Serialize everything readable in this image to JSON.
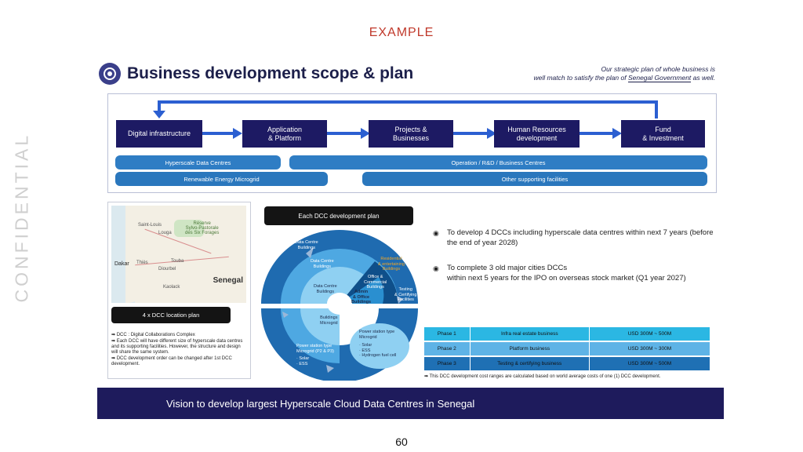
{
  "watermark": "EXAMPLE",
  "side_watermark": "CONFIDENTIAL",
  "page_number": "60",
  "header": {
    "title": "Business development scope & plan",
    "strategic_line1": "Our strategic plan of whole business is",
    "strategic_line2_a": "well match to satisfy the plan of",
    "strategic_line2_gov": "Senegal Government",
    "strategic_line2_b": "as well."
  },
  "flow": {
    "steps": [
      "Digital infrastructure",
      "Application\n& Platform",
      "Projects &\nBusinesses",
      "Human Resources\ndevelopment",
      "Fund\n& Investment"
    ],
    "pills": {
      "hyperscale": "Hyperscale Data Centres",
      "operation": "Operation / R&D / Business Centres",
      "renewable": "Renewable Energy Microgrid",
      "other": "Other supporting facilities"
    }
  },
  "map": {
    "labels": [
      "Saint-Louis",
      "Louga",
      "Réserve\nSylvo-Pastorale\ndes Six Forages",
      "Dakar",
      "Thiès",
      "Touba",
      "Diourbel",
      "Kaolack"
    ],
    "country": "Senegal",
    "location_plan": "4 x DCC location plan"
  },
  "notes": [
    "➡ DCC : Digital Collaborations Complex",
    "➡ Each DCC will have different size of hyperscale data centres and its supporting facilities. However, the structure and design will share the same system.",
    "➡ DCC development order can be changed after 1st DCC development."
  ],
  "dcc_plan": {
    "title": "Each DCC development plan",
    "labels": {
      "dc_outer": "Data Centre\nBuildings",
      "dc_mid": "Data Centre\nBuildings",
      "dc_inner": "Data Centre\nBuildings",
      "residential": "Residential\n& entertaining\nBuildings",
      "office": "Office &\nCommercial\nBuildings",
      "admin": "Admin\n& Office\nBuildings",
      "testing": "Testing\n& Certifying\nFacilities",
      "microgrid": "Buildings\nMicrogrid",
      "ps_outer": "Power station type\nMicrogrid (P2 & P3)",
      "ps_outer_items": "· Solar\n· ESS",
      "ps_inner": "Power station type\nMicrogrid",
      "ps_inner_items": "· Solar\n· ESS\n· Hydrogen fuel cell"
    }
  },
  "bullets": [
    "To develop 4 DCCs including hyperscale data centres within next 7 years (before the end of year 2028)",
    "To complete 3 old major cities DCCs\nwithin next 5 years for the IPO on overseas stock market (Q1 year 2027)"
  ],
  "phases": [
    {
      "phase": "Phase 1",
      "business": "Infra real estate business",
      "cost": "USD 300M ~ 500M"
    },
    {
      "phase": "Phase 2",
      "business": "Platform business",
      "cost": "USD 300M ~ 300M"
    },
    {
      "phase": "Phase 3",
      "business": "Testing & certifying business",
      "cost": "USD 300M ~ 500M"
    }
  ],
  "cost_note": "➡ This DCC development cost ranges are calculated based on world average costs of one (1) DCC development.",
  "vision": {
    "text": "Vision to develop largest Hyperscale Cloud Data Centres in",
    "country": "Senegal"
  },
  "colors": {
    "navy": "#1d1a63",
    "blue": "#2f7dc4",
    "phase1": "#29b6e0",
    "phase2": "#4ea6dd",
    "phase3": "#1f6fb3",
    "example_red": "#c0392b"
  }
}
